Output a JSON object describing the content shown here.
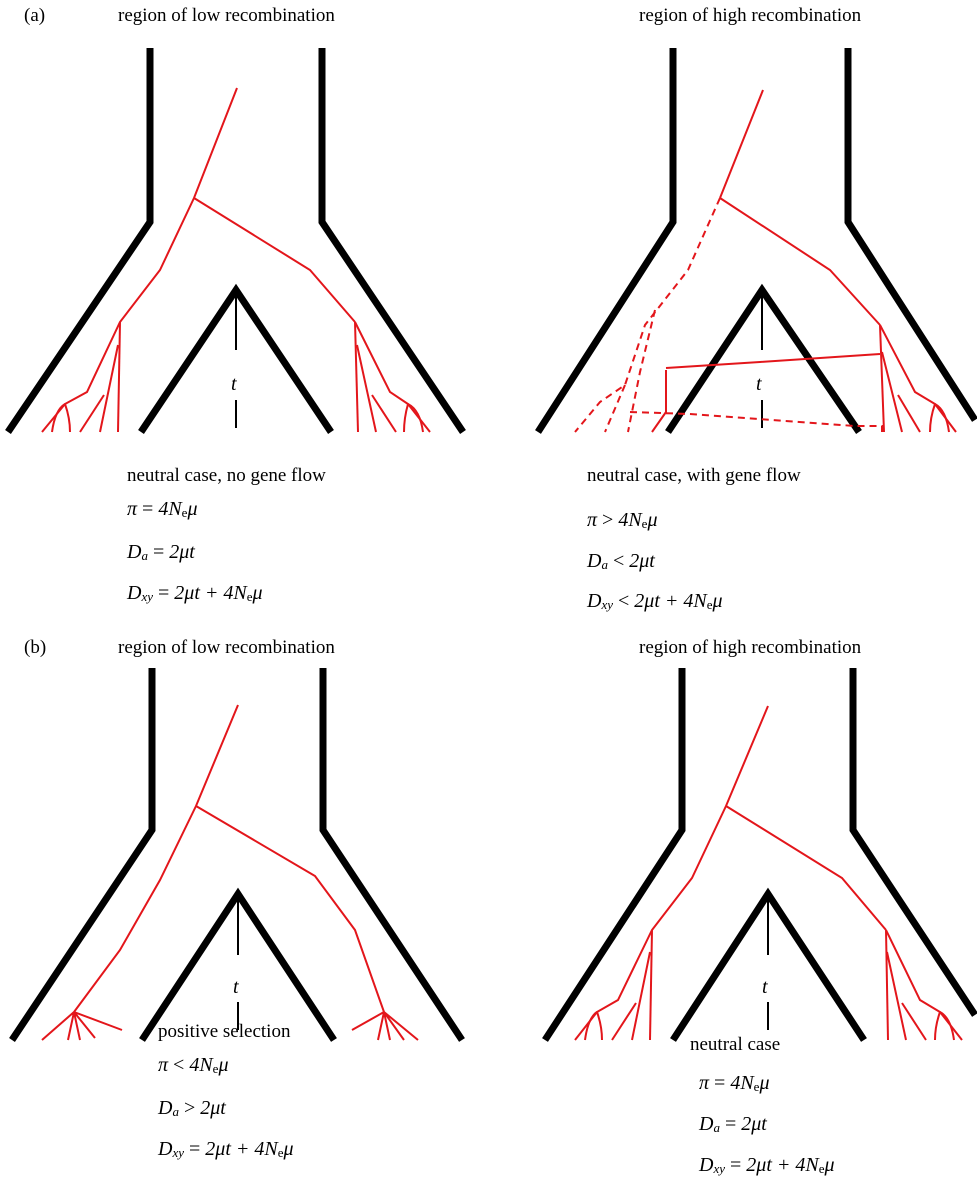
{
  "panel_a": {
    "label": "(a)",
    "left": {
      "title": "region of low recombination",
      "case": "neutral case, no gene flow",
      "eq1": {
        "lhs": "π",
        "op": "=",
        "rhs": "4N",
        "sub": "e",
        "end": "μ"
      },
      "eq2": {
        "lhs": "D",
        "sub": "a",
        "op": "=",
        "rhs": "2μt"
      },
      "eq3": {
        "lhs": "D",
        "sub": "xy",
        "op": "=",
        "rhs": "2μt + 4N",
        "sub2": "e",
        "end": "μ"
      }
    },
    "right": {
      "title": "region of high recombination",
      "case": "neutral case, with gene flow",
      "eq1": {
        "lhs": "π",
        "op": ">",
        "rhs": "4N",
        "sub": "e",
        "end": "μ"
      },
      "eq2": {
        "lhs": "D",
        "sub": "a",
        "op": "<",
        "rhs": "2μt"
      },
      "eq3": {
        "lhs": "D",
        "sub": "xy",
        "op": "<",
        "rhs": "2μt + 4N",
        "sub2": "e",
        "end": "μ"
      }
    }
  },
  "panel_b": {
    "label": "(b)",
    "left": {
      "title": "region of low recombination",
      "case": "positive selection",
      "eq1": {
        "lhs": "π",
        "op": "<",
        "rhs": "4N",
        "sub": "e",
        "end": "μ"
      },
      "eq2": {
        "lhs": "D",
        "sub": "a",
        "op": ">",
        "rhs": "2μt"
      },
      "eq3": {
        "lhs": "D",
        "sub": "xy",
        "op": "=",
        "rhs": "2μt + 4N",
        "sub2": "e",
        "end": "μ"
      }
    },
    "right": {
      "title": "region of high recombination",
      "case": "neutral case",
      "eq1": {
        "lhs": "π",
        "op": "=",
        "rhs": "4N",
        "sub": "e",
        "end": "μ"
      },
      "eq2": {
        "lhs": "D",
        "sub": "a",
        "op": "=",
        "rhs": "2μt"
      },
      "eq3": {
        "lhs": "D",
        "sub": "xy",
        "op": "=",
        "rhs": "2μt + 4N",
        "sub2": "e",
        "end": "μ"
      }
    }
  },
  "divergence_label": "t",
  "colors": {
    "species_tree": "#000000",
    "gene_tree": "#e3161b"
  }
}
